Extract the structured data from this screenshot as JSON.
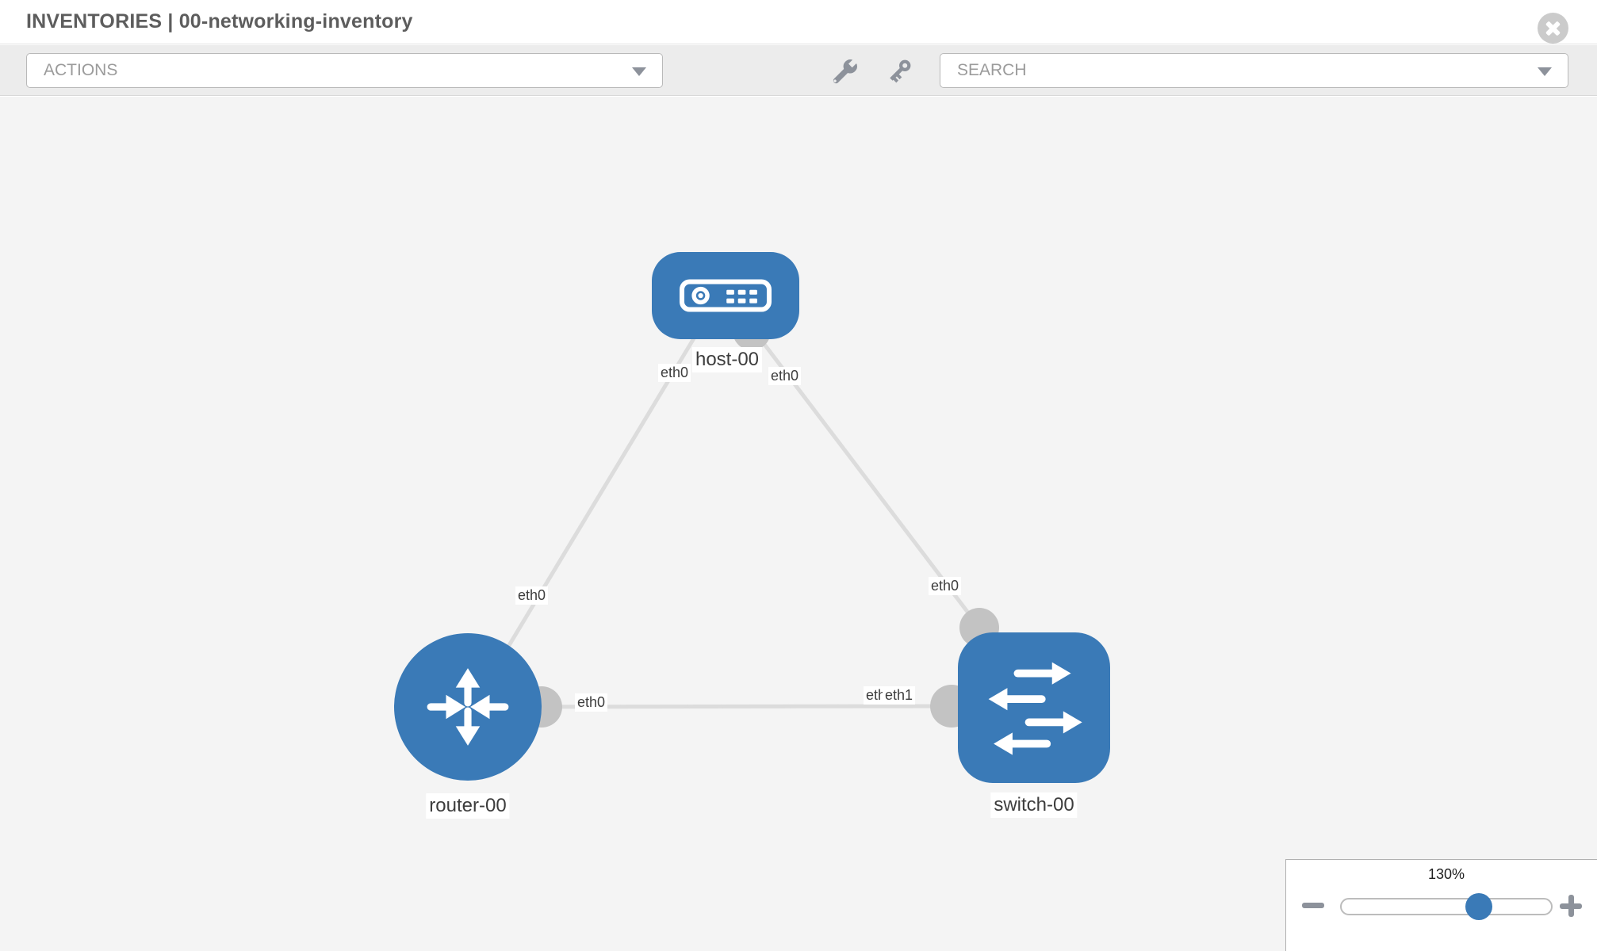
{
  "header": {
    "title": "INVENTORIES | 00-networking-inventory"
  },
  "toolbar": {
    "actions_label": "ACTIONS",
    "search_label": "SEARCH",
    "icons": {
      "tools": "wrench-icon",
      "credentials": "key-icon",
      "actions_caret": "chevron-down-icon",
      "search_caret": "chevron-down-icon"
    }
  },
  "icons": {
    "close": "close-icon",
    "host": "server-icon",
    "router": "router-arrows-icon",
    "switch": "switch-arrows-icon",
    "zoom_out": "minus-icon",
    "zoom_in": "plus-icon"
  },
  "colors": {
    "node_blue": "#3a7ab7",
    "link_gray": "#dcdcdc",
    "connector_gray": "#c3c3c3",
    "toolbar_bg": "#ececec",
    "canvas_bg": "#f4f4f4"
  },
  "topology": {
    "nodes": [
      {
        "label": "host-00",
        "type": "host",
        "shape": "rounded-rect"
      },
      {
        "label": "router-00",
        "type": "router",
        "shape": "circle"
      },
      {
        "label": "switch-00",
        "type": "switch",
        "shape": "rounded-square"
      }
    ],
    "links": [
      {
        "from": "host-00",
        "to": "router-00",
        "from_interface": "eth0",
        "to_interface": "eth0"
      },
      {
        "from": "host-00",
        "to": "switch-00",
        "from_interface": "eth0",
        "to_interface": "eth0"
      },
      {
        "from": "router-00",
        "to": "switch-00",
        "from_interface": "eth0",
        "to_interface": "eth1",
        "to_interface_overlapped": "eth0"
      }
    ]
  },
  "zoom_control": {
    "value_label": "130%",
    "value_percent": 130
  }
}
